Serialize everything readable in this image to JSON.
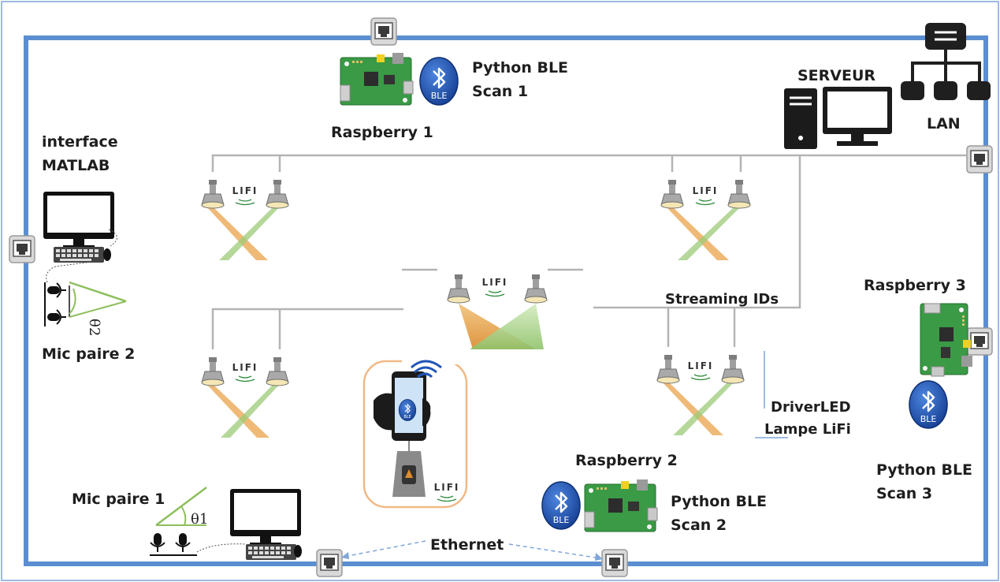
{
  "colors": {
    "frame": "#5b8ed1",
    "wire": "#b4b4b4",
    "beam_orange": "#e9a34a",
    "beam_green": "#9ccb78",
    "ble_blue": "#1f55b8",
    "rpi_green": "#3a9a45",
    "phone_frame": "#f0b985"
  },
  "labels": {
    "python_ble_1": "Python BLE",
    "scan_1": "Scan 1",
    "raspberry_1": "Raspberry 1",
    "serveur": "SERVEUR",
    "lan": "LAN",
    "interface": "interface",
    "matlab": "MATLAB",
    "mic_paire_2": "Mic paire 2",
    "streaming_ids": "Streaming IDs",
    "raspberry_3": "Raspberry 3",
    "driver_led": "DriverLED",
    "lampe_lifi": "Lampe LiFi",
    "raspberry_2": "Raspberry 2",
    "python_ble_2": "Python BLE",
    "scan_2": "Scan 2",
    "python_ble_3": "Python BLE",
    "scan_3": "Scan 3",
    "mic_paire_1": "Mic paire 1",
    "ethernet": "Ethernet",
    "theta1": "θ1",
    "theta2": "θ2"
  },
  "icons": {
    "ble": "BLE",
    "lifi": "LiFi"
  }
}
